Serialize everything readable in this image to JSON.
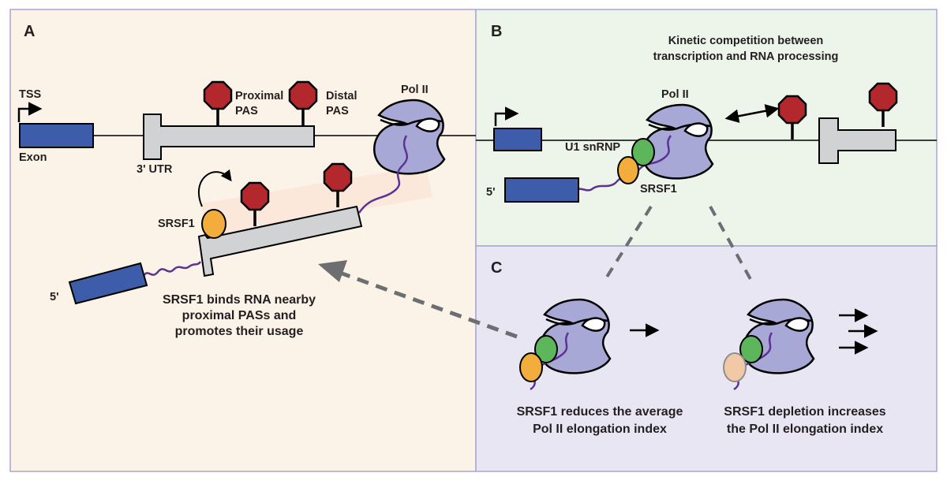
{
  "panels": {
    "a": {
      "letter": "A",
      "tss": "TSS",
      "exon": "Exon",
      "utr": "3' UTR",
      "proximal_pas": [
        "Proximal",
        "PAS"
      ],
      "distal_pas": [
        "Distal",
        "PAS"
      ],
      "pol2": "Pol II",
      "srsf1": "SRSF1",
      "five_prime": "5'",
      "caption": [
        "SRSF1 binds RNA nearby",
        "proximal PASs and",
        "promotes their usage"
      ]
    },
    "b": {
      "letter": "B",
      "title": [
        "Kinetic competition between",
        "transcription and RNA processing"
      ],
      "pol2": "Pol II",
      "u1": "U1 snRNP",
      "srsf1": "SRSF1",
      "five_prime": "5'"
    },
    "c": {
      "letter": "C",
      "left_caption": [
        "SRSF1 reduces the average",
        "Pol II elongation index"
      ],
      "right_caption": [
        "SRSF1 depletion increases",
        "the Pol II elongation index"
      ]
    }
  },
  "colors": {
    "panel_a_bg": "#fcf3e8",
    "panel_b_bg": "#edf4ea",
    "panel_c_bg": "#e9e6f4",
    "border": "#a7a6d2",
    "exon": "#3d5ca9",
    "utr": "#d1d2d4",
    "pas": "#b3282d",
    "pol2": "#a8a8d6",
    "rna": "#5b3393",
    "srsf1": "#f2ad3c",
    "u1": "#5db55c",
    "srsf1_depleted": "#f2c9a6"
  },
  "icons": {
    "pas": "hexagon-stop-sign-icon",
    "pol2": "polymerase-icon",
    "srsf1": "orange-oval-icon",
    "u1": "green-oval-icon"
  }
}
